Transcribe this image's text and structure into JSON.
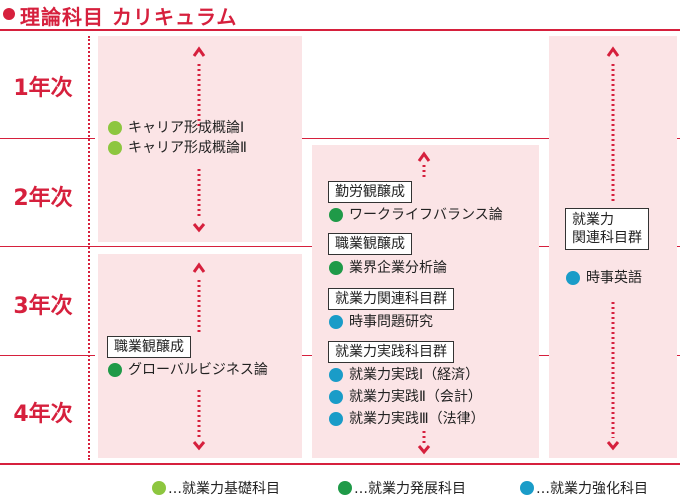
{
  "title": "理論科目 カリキュラム",
  "years": [
    "1年次",
    "2年次",
    "3年次",
    "4年次"
  ],
  "box1": {
    "items": [
      {
        "label": "キャリア形成概論Ⅰ",
        "color": "#8dc63f"
      },
      {
        "label": "キャリア形成概論Ⅱ",
        "color": "#8dc63f"
      }
    ]
  },
  "box2": {
    "tag": "職業観醸成",
    "items": [
      {
        "label": "グローバルビジネス論",
        "color": "#1f9a48"
      }
    ]
  },
  "box3": {
    "groups": [
      {
        "tag": "勤労観醸成",
        "items": [
          {
            "label": "ワークライフバランス論",
            "color": "#1f9a48"
          }
        ]
      },
      {
        "tag": "職業観醸成",
        "items": [
          {
            "label": "業界企業分析論",
            "color": "#1f9a48"
          }
        ]
      },
      {
        "tag": "就業力関連科目群",
        "items": [
          {
            "label": "時事問題研究",
            "color": "#1a9cc8"
          }
        ]
      },
      {
        "tag": "就業力実践科目群",
        "items": [
          {
            "label": "就業力実践Ⅰ（経済）",
            "color": "#1a9cc8"
          },
          {
            "label": "就業力実践Ⅱ（会計）",
            "color": "#1a9cc8"
          },
          {
            "label": "就業力実践Ⅲ（法律）",
            "color": "#1a9cc8"
          }
        ]
      }
    ]
  },
  "box4": {
    "tag_line1": "就業力",
    "tag_line2": "関連科目群",
    "items": [
      {
        "label": "時事英語",
        "color": "#1a9cc8"
      }
    ]
  },
  "legend": [
    {
      "label": "…就業力基礎科目",
      "color": "#8dc63f"
    },
    {
      "label": "…就業力発展科目",
      "color": "#1f9a48"
    },
    {
      "label": "…就業力強化科目",
      "color": "#1a9cc8"
    }
  ],
  "colors": {
    "accent": "#d6203d",
    "box": "#fbe4e6"
  }
}
